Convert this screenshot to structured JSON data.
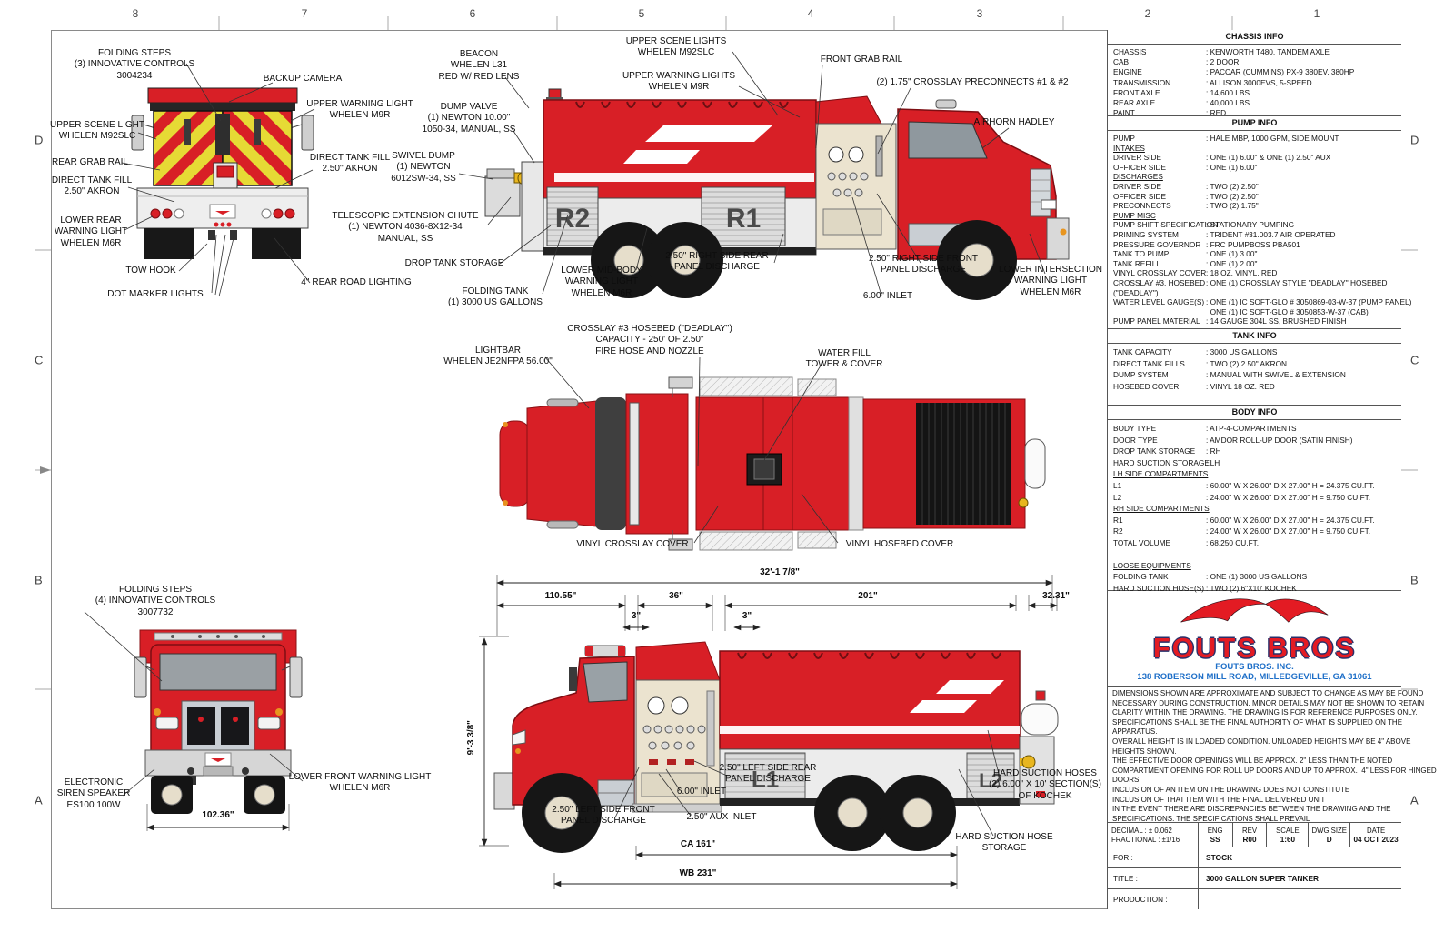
{
  "sheet": {
    "top_ruler": [
      "8",
      "7",
      "6",
      "5",
      "4",
      "3",
      "2",
      "1"
    ],
    "side_ruler": [
      "D",
      "C",
      "B",
      "A"
    ],
    "colors": {
      "truck_red": "#d81f26",
      "chevron_yellow": "#e6da35",
      "logo_red": "#e31b23",
      "logo_blue": "#1e6fc8",
      "panel_beige": "#ebe3cf"
    }
  },
  "callouts": {
    "rear_folding_steps": "FOLDING STEPS\n(3) INNOVATIVE CONTROLS\n3004234",
    "rear_backup_camera": "BACKUP CAMERA",
    "rear_upper_warning": "UPPER WARNING LIGHT\nWHELEN M9R",
    "rear_upper_scene": "UPPER SCENE LIGHT\nWHELEN M92SLC",
    "rear_grab_rail": "REAR GRAB RAIL",
    "rear_dtf_left": "DIRECT TANK FILL\n2.50'' AKRON",
    "rear_dtf_right": "DIRECT TANK FILL\n2.50'' AKRON",
    "rear_lower_warning": "LOWER REAR\nWARNING LIGHT\nWHELEN M6R",
    "rear_tow_hook": "TOW HOOK",
    "rear_dot_marker": "DOT MARKER LIGHTS",
    "rear_road_lighting": "4'' REAR ROAD LIGHTING",
    "side_beacon": "BEACON\nWHELEN L31\nRED W/ RED LENS",
    "side_dump_valve": "DUMP VALVE\n(1) NEWTON 10.00\"\n1050-34, MANUAL, SS",
    "side_swivel_dump": "SWIVEL DUMP\n(1) NEWTON\n6012SW-34, SS",
    "side_telescopic": "TELESCOPIC EXTENSION CHUTE\n(1) NEWTON 4036-8X12-34\nMANUAL, SS",
    "side_drop_tank": "DROP TANK STORAGE",
    "side_folding_tank": "FOLDING TANK\n(1) 3000 US GALLONS",
    "side_upper_scene": "UPPER SCENE LIGHTS\nWHELEN M92SLC",
    "side_upper_warning": "UPPER WARNING LIGHTS\nWHELEN M9R",
    "side_front_grab": "FRONT GRAB RAIL",
    "side_preconnects": "(2) 1.75\" CROSSLAY PRECONNECTS #1 & #2",
    "side_airhorn": "AIRHORN HADLEY",
    "side_lower_midbody": "LOWER MID-BODY\nWARNING LIGHT\nWHELEN M6R",
    "side_rs_rear_discharge": "2.50\" RIGHT SIDE REAR\nPANEL DISCHARGE",
    "side_rs_front_discharge": "2.50\" RIGHT SIDE FRONT\nPANEL DISCHARGE",
    "side_inlet6": "6.00\" INLET",
    "side_lower_intersection": "LOWER INTERSECTION\nWARNING LIGHT\nWHELEN M6R",
    "top_lightbar": "LIGHTBAR\nWHELEN JE2NFPA 56.00\"",
    "top_deadlay": "CROSSLAY #3 HOSEBED (\"DEADLAY\")\nCAPACITY - 250' OF 2.50\"\nFIRE HOSE AND NOZZLE",
    "top_water_fill": "WATER FILL\nTOWER & COVER",
    "top_vinyl_crosslay": "VINYL CROSSLAY COVER",
    "top_vinyl_hosebed": "VINYL HOSEBED COVER",
    "front_folding_steps": "FOLDING STEPS\n(4) INNOVATIVE CONTROLS\n3007732",
    "front_siren": "ELECTRONIC\nSIREN SPEAKER\nES100 100W",
    "front_lower_warning": "LOWER FRONT WARNING LIGHT\nWHELEN M6R",
    "bot_ls_rear_discharge": "2.50\" LEFT SIDE REAR\nPANEL DISCHARGE",
    "bot_inlet6": "6.00\" INLET",
    "bot_ls_front_discharge": "2.50\" LEFT SIDE FRONT\nPANEL DISCHARGE",
    "bot_aux_inlet": "2.50\" AUX INLET",
    "bot_hard_suction_hoses": "HARD SUCTION HOSES\n(2) 6.00\" X 10' SECTION(S)\nOF KOCHEK",
    "bot_hard_suction_storage": "HARD SUCTION HOSE\nSTORAGE"
  },
  "dimensions": {
    "overall": "32'-1 7/8\"",
    "front": "110.55\"",
    "pump": "36\"",
    "body": "201\"",
    "rear": "32.31\"",
    "gap1": "3\"",
    "gap2": "3\"",
    "height": "9'-3 3/8\"",
    "ca": "CA 161\"",
    "wb": "WB 231\"",
    "front_width": "102.36\""
  },
  "compartments": {
    "r1": "R1",
    "r2": "R2",
    "l1": "L1",
    "l2": "L2"
  },
  "tables": {
    "chassis": {
      "title": "CHASSIS INFO",
      "rows": [
        {
          "l": "CHASSIS",
          "v": ": KENWORTH T480, TANDEM AXLE"
        },
        {
          "l": "CAB",
          "v": ": 2 DOOR"
        },
        {
          "l": "ENGINE",
          "v": ": PACCAR (CUMMINS) PX-9 380EV, 380HP"
        },
        {
          "l": "TRANSMISSION",
          "v": ": ALLISON 3000EVS, 5-SPEED"
        },
        {
          "l": "FRONT AXLE",
          "v": ": 14,600 LBS."
        },
        {
          "l": "REAR AXLE",
          "v": ": 40,000 LBS."
        },
        {
          "l": "PAINT",
          "v": ": RED"
        }
      ]
    },
    "pump": {
      "title": "PUMP INFO",
      "rows": [
        {
          "l": "PUMP",
          "v": ": HALE MBP, 1000 GPM, SIDE MOUNT"
        },
        {
          "l": "INTAKES",
          "u": true
        },
        {
          "l": "DRIVER SIDE",
          "v": ": ONE (1) 6.00\" & ONE (1) 2.50\" AUX"
        },
        {
          "l": "OFFICER SIDE",
          "v": ": ONE (1) 6.00\""
        },
        {
          "l": "DISCHARGES",
          "u": true
        },
        {
          "l": "DRIVER SIDE",
          "v": ": TWO (2) 2.50\""
        },
        {
          "l": "OFFICER SIDE",
          "v": ": TWO (2) 2.50\""
        },
        {
          "l": "PRECONNECTS",
          "v": ": TWO (2) 1.75\""
        },
        {
          "l": "PUMP MISC",
          "u": true
        },
        {
          "l": "PUMP SHIFT SPECIFICATION",
          "v": ": STATIONARY PUMPING"
        },
        {
          "l": "PRIMING SYSTEM",
          "v": ": TRIDENT #31.003.7 AIR OPERATED"
        },
        {
          "l": "PRESSURE GOVERNOR",
          "v": ": FRC PUMPBOSS PBA501"
        },
        {
          "l": "TANK TO PUMP",
          "v": ": ONE (1) 3.00\""
        },
        {
          "l": "TANK REFILL",
          "v": ": ONE (1) 2.00\""
        },
        {
          "l": "VINYL CROSSLAY COVER",
          "v": ": 18 OZ. VINYL, RED"
        },
        {
          "l": "CROSSLAY #3, HOSEBED\n(\"DEADLAY\")",
          "v": ": ONE (1) CROSSLAY STYLE \"DEADLAY\" HOSEBED"
        },
        {
          "l": "WATER LEVEL GAUGE(S)",
          "v": ": ONE (1) IC SOFT-GLO # 3050869-03-W-37 (PUMP PANEL)\n  ONE (1) IC SOFT-GLO # 3050853-W-37 (CAB)"
        },
        {
          "l": "PUMP PANEL MATERIAL",
          "v": ": 14 GAUGE 304L SS, BRUSHED FINISH"
        }
      ]
    },
    "tank": {
      "title": "TANK INFO",
      "rows": [
        {
          "l": "TANK CAPACITY",
          "v": ": 3000 US GALLONS"
        },
        {
          "l": "DIRECT TANK FILLS",
          "v": ": TWO (2) 2.50\" AKRON"
        },
        {
          "l": "DUMP SYSTEM",
          "v": ": MANUAL WITH SWIVEL & EXTENSION"
        },
        {
          "l": "HOSEBED COVER",
          "v": ": VINYL 18 OZ. RED"
        }
      ]
    },
    "body": {
      "title": "BODY INFO",
      "rows": [
        {
          "l": "BODY TYPE",
          "v": ": ATP-4-COMPARTMENTS"
        },
        {
          "l": "DOOR TYPE",
          "v": ": AMDOR ROLL-UP DOOR (SATIN FINISH)"
        },
        {
          "l": "DROP TANK STORAGE",
          "v": ": RH"
        },
        {
          "l": "HARD SUCTION STORAGE",
          "v": ": LH"
        },
        {
          "l": "LH SIDE COMPARTMENTS",
          "u": true
        },
        {
          "l": "L1",
          "v": ": 60.00\" W X 26.00\" D X 27.00\" H = 24.375 CU.FT."
        },
        {
          "l": "L2",
          "v": ": 24.00\" W X 26.00\" D X 27.00\" H = 9.750 CU.FT."
        },
        {
          "l": "RH SIDE COMPARTMENTS",
          "u": true
        },
        {
          "l": "R1",
          "v": ": 60.00\" W X 26.00\" D X 27.00\" H = 24.375 CU.FT."
        },
        {
          "l": "R2",
          "v": ": 24.00\" W X 26.00\" D X 27.00\" H = 9.750 CU.FT."
        },
        {
          "l": "TOTAL VOLUME",
          "v": ": 68.250 CU.FT."
        }
      ]
    },
    "loose": {
      "rows": [
        {
          "l": "LOOSE EQUIPMENTS",
          "u": true
        },
        {
          "l": "FOLDING TANK",
          "v": ": ONE (1) 3000 US GALLONS"
        },
        {
          "l": "HARD SUCTION HOSE(S)",
          "v": ": TWO (2) 6\"X10' KOCHEK"
        }
      ]
    }
  },
  "logo": {
    "name": "FOUTS BROS",
    "company": "FOUTS BROS. INC.",
    "address": "138 ROBERSON MILL ROAD, MILLEDGEVILLE, GA 31061"
  },
  "disclaimer": "DIMENSIONS SHOWN ARE APPROXIMATE AND SUBJECT TO CHANGE AS MAY BE FOUND\nNECESSARY DURING CONSTRUCTION. MINOR DETAILS MAY NOT BE SHOWN TO RETAIN\nCLARITY WITHIN THE DRAWING. THE DRAWING IS FOR REFERENCE PURPOSES ONLY.\nSPECIFICATIONS SHALL BE THE FINAL AUTHORITY OF WHAT IS SUPPLIED ON THE\nAPPARATUS.\nOVERALL HEIGHT IS IN LOADED CONDITION. UNLOADED HEIGHTS MAY BE 4\" ABOVE\nHEIGHTS SHOWN.\nTHE EFFECTIVE DOOR OPENINGS WILL BE APPROX. 2\" LESS THAN THE NOTED\nCOMPARTMENT OPENING FOR ROLL UP DOORS AND UP TO APPROX.  4\" LESS FOR HINGED\nDOORS\nINCLUSION OF AN ITEM ON THE DRAWING DOES NOT CONSTITUTE\nINCLUSION OF THAT ITEM WITH THE FINAL DELIVERED UNIT\nIN THE EVENT THERE ARE DISCREPANCIES BETWEEN THE DRAWING AND THE\nSPECIFICATIONS. THE SPECIFICATIONS SHALL PREVAIL",
  "titleblock": {
    "decimal": "DECIMAL      : ± 0.062",
    "fractional": "FRACTIONAL : ±1/16",
    "eng_label": "ENG",
    "eng_value": "SS",
    "rev_label": "REV",
    "rev_value": "R00",
    "scale_label": "SCALE",
    "scale_value": "1:60",
    "dwg_label": "DWG SIZE",
    "dwg_value": "D",
    "date_label": "DATE",
    "date_value": "04 OCT 2023",
    "for_label": "FOR :",
    "for_value": "STOCK",
    "title_label": "TITLE :",
    "title_value": "3000 GALLON SUPER TANKER",
    "production_label": "PRODUCTION :",
    "production_value": ""
  }
}
